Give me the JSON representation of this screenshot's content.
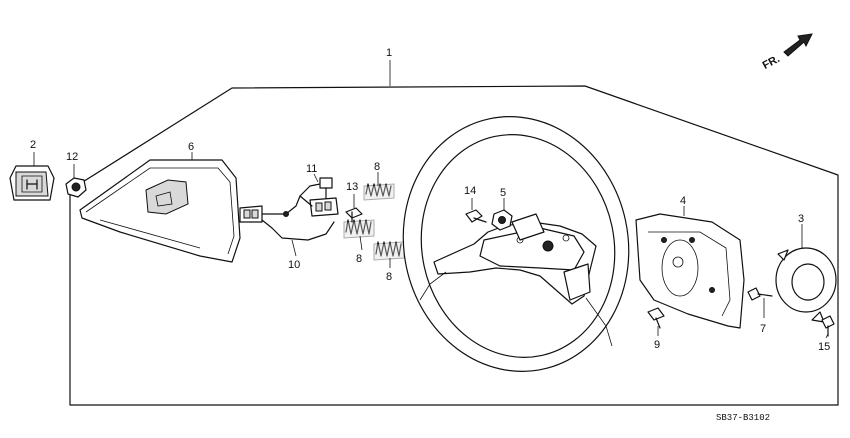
{
  "direction_label": "FR.",
  "diagram_code": "SB37-B3102",
  "callouts": {
    "c1": "1",
    "c2": "2",
    "c3": "3",
    "c4": "4",
    "c5": "5",
    "c6": "6",
    "c7": "7",
    "c8a": "8",
    "c8b": "8",
    "c8c": "8",
    "c9": "9",
    "c10": "10",
    "c11": "11",
    "c12": "12",
    "c13": "13",
    "c14": "14",
    "c15": "15"
  }
}
